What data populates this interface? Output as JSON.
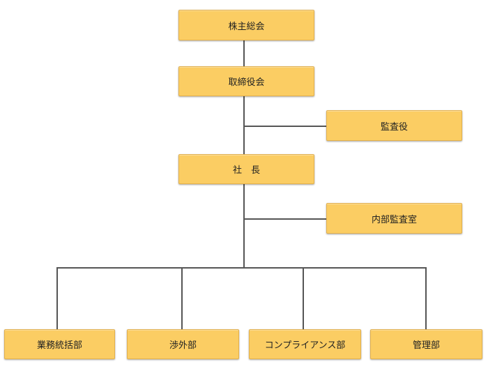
{
  "org_chart": {
    "shareholders_meeting": "株主総会",
    "board_of_directors": "取締役会",
    "auditor": "監査役",
    "president": "社　長",
    "internal_audit_office": "内部監査室",
    "departments": [
      "業務統括部",
      "渉外部",
      "コンプライアンス部",
      "管理部"
    ]
  },
  "colors": {
    "box_fill": "#fbcd63",
    "box_border": "#e2b04e",
    "connector": "#555555",
    "text": "#222222"
  }
}
